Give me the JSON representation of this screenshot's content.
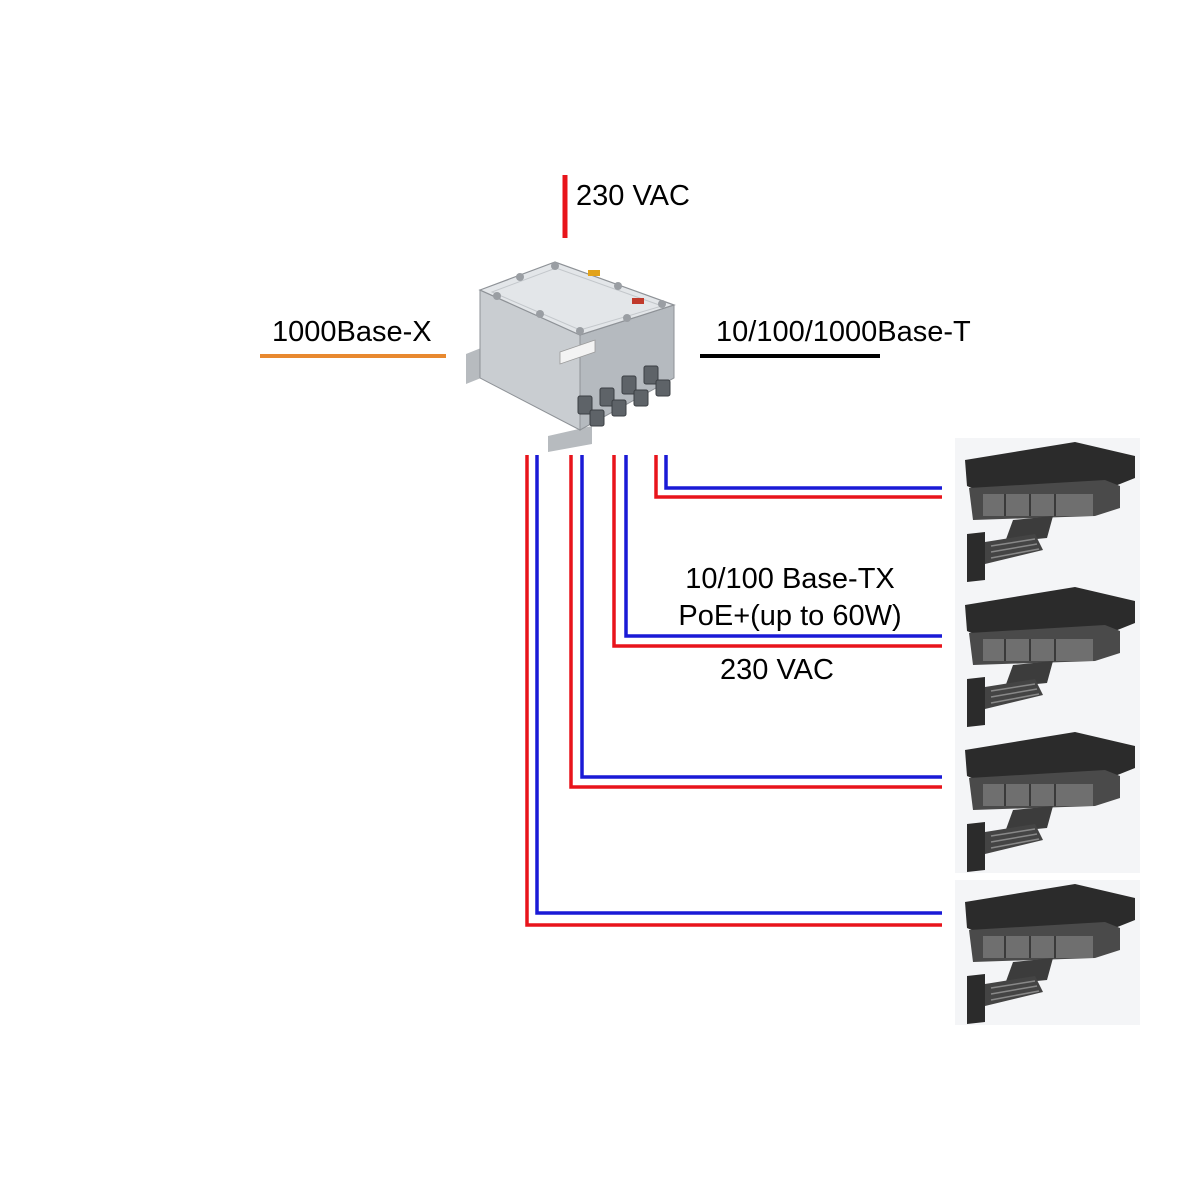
{
  "labels": {
    "power_in": "230 VAC",
    "fiber": "1000Base-X",
    "copper": "10/100/1000Base-T",
    "poe_line1": "10/100 Base-TX",
    "poe_line2": "PoE+(up to 60W)",
    "camera_power": "230 VAC"
  },
  "colors": {
    "power": "#e8141b",
    "data": "#1a1ad6",
    "fiber": "#e8892f",
    "copper": "#000000",
    "enclosure": "#d9dcdf",
    "camera_body": "#2b2b2b"
  },
  "icons": {
    "switch": "explosion-proof-enclosure-icon",
    "camera": "cctv-camera-housing-icon"
  },
  "cameras": [
    "camera-1",
    "camera-2",
    "camera-3",
    "camera-4"
  ]
}
